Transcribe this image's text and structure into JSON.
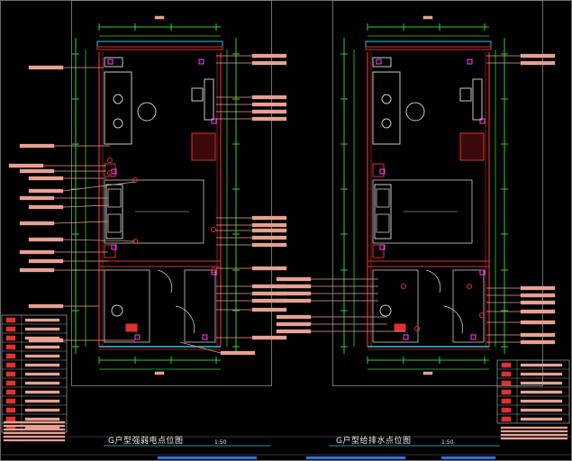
{
  "drawings": [
    {
      "title": "G户型强弱电点位图",
      "scale": "1:50"
    },
    {
      "title": "G户型给排水点位图",
      "scale": "1:50"
    }
  ],
  "colors": {
    "background": "#000000",
    "frame": "#8a8a8a",
    "wall": "#e03030",
    "dimension": "#2fd12f",
    "leader": "#e8a090",
    "label": "#e8a090",
    "furniture": "#c8c8c8",
    "glass": "#28c8e8",
    "fixture": "#ff40ff"
  }
}
